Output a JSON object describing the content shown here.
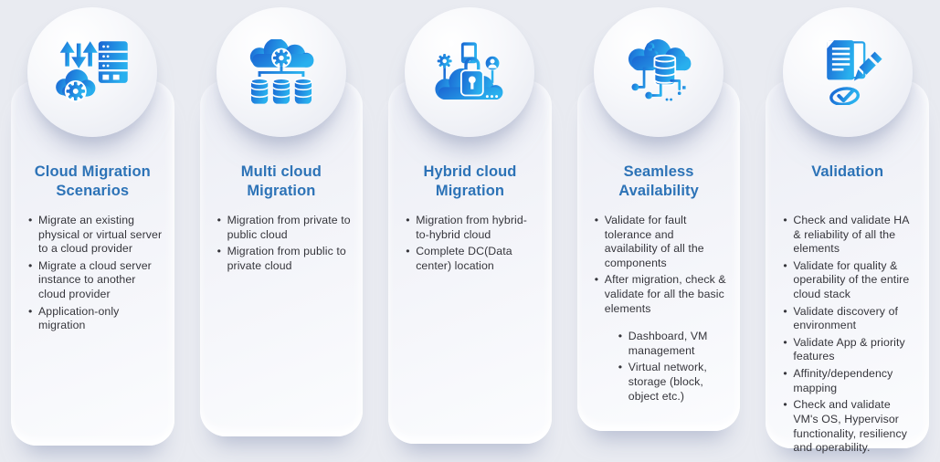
{
  "page": {
    "background_color": "#e9ebf1",
    "title_color": "#2d73b7",
    "body_text_color": "#35353b",
    "icon_gradient_start": "#1a64d2",
    "icon_gradient_end": "#29b0ee"
  },
  "cards": [
    {
      "id": "cloud-migration-scenarios",
      "icon": "servers-arrows-cloud-gear-icon",
      "title": "Cloud Migration Scenarios",
      "bullets": [
        "Migrate an existing physical or virtual server to a cloud provider",
        "Migrate a cloud server instance to another cloud provider",
        "Application-only migration"
      ]
    },
    {
      "id": "multi-cloud-migration",
      "icon": "cloud-gear-databases-icon",
      "title": "Multi cloud Migration",
      "bullets": [
        "Migration from private to public cloud",
        "Migration from public to private cloud"
      ]
    },
    {
      "id": "hybrid-cloud-migration",
      "icon": "cloud-lock-security-icon",
      "title": "Hybrid cloud Migration",
      "bullets": [
        "Migration from hybrid-to-hybrid cloud",
        "Complete DC(Data center) location"
      ]
    },
    {
      "id": "seamless-availability",
      "icon": "cloud-database-circuit-icon",
      "title": "Seamless Availability",
      "bullets": [
        "Validate for fault tolerance and availability of all the components",
        "After migration, check & validate for all the basic elements"
      ],
      "sub_bullets": [
        "Dashboard, VM management",
        "Virtual network, storage (block, object etc.)"
      ]
    },
    {
      "id": "validation",
      "icon": "document-pen-check-icon",
      "title": "Validation",
      "bullets": [
        "Check and validate HA & reliability of all the elements",
        "Validate for quality & operability of the entire cloud stack",
        "Validate discovery of environment",
        "Validate App & priority features",
        "Affinity/dependency mapping",
        "Check and validate VM's OS, Hypervisor functionality, resiliency and operability."
      ]
    }
  ]
}
